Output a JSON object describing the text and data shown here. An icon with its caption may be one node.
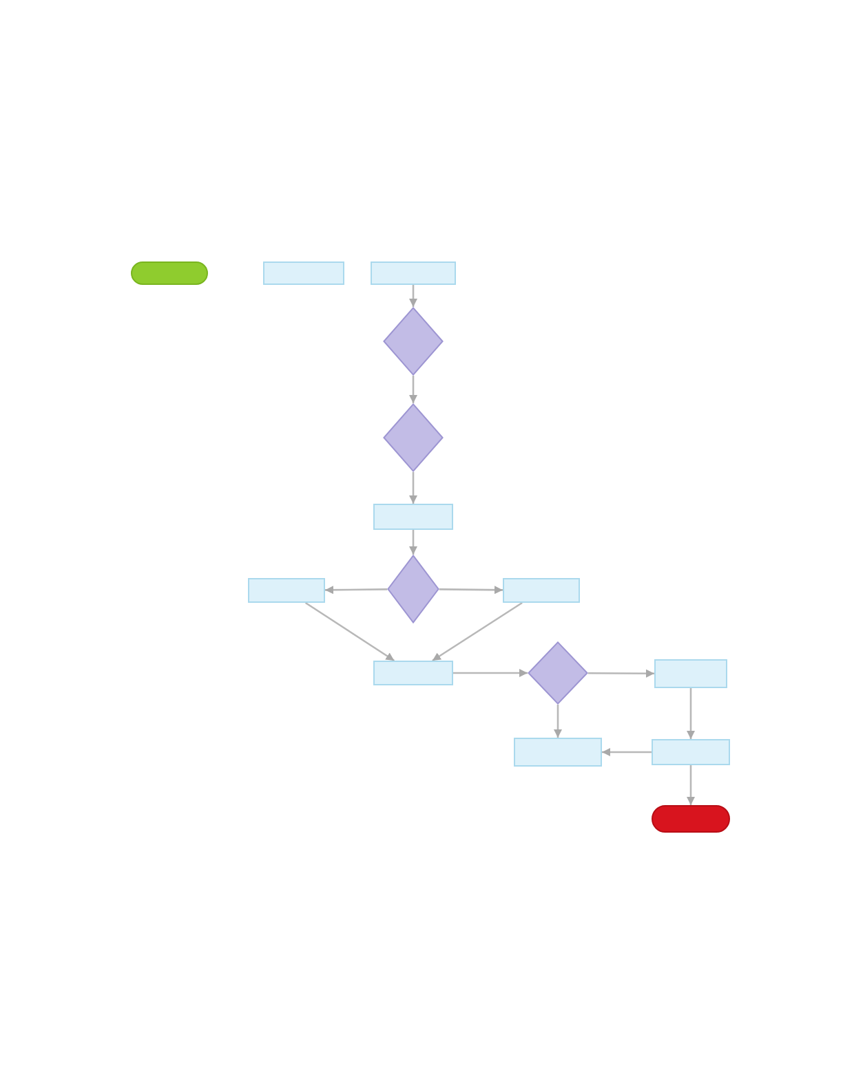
{
  "diagram": {
    "nodes": [
      {
        "text": [],
        "shape": "pill"
      },
      {
        "text": [],
        "shape": "box"
      },
      {
        "text": [],
        "shape": "box"
      },
      {
        "text": [],
        "shape": "diamond"
      },
      {
        "text": [],
        "shape": "diamond"
      },
      {
        "text": [],
        "shape": "box"
      },
      {
        "text": [],
        "shape": "box"
      },
      {
        "text": [],
        "shape": "diamond"
      },
      {
        "text": [],
        "shape": "box"
      },
      {
        "text": [],
        "shape": "box"
      },
      {
        "text": [],
        "shape": "diamond"
      },
      {
        "text": [],
        "shape": "box"
      },
      {
        "text": [],
        "shape": "box"
      },
      {
        "text": [],
        "shape": "box"
      },
      {
        "text": [],
        "shape": "pill"
      }
    ],
    "edges": [
      {
        "from": 2,
        "to": 3,
        "arrow": "to"
      },
      {
        "from": 3,
        "to": 4,
        "arrow": "to"
      },
      {
        "from": 4,
        "to": 5,
        "arrow": "to"
      },
      {
        "from": 5,
        "to": 7,
        "arrow": "to"
      },
      {
        "from": 7,
        "to": 6,
        "arrow": "to"
      },
      {
        "from": 7,
        "to": 8,
        "arrow": "to"
      },
      {
        "from": 6,
        "to": 9,
        "arrow": "to"
      },
      {
        "from": 8,
        "to": 9,
        "arrow": "to"
      },
      {
        "from": 9,
        "to": 10,
        "arrow": "to"
      },
      {
        "from": 10,
        "to": 11,
        "arrow": "to"
      },
      {
        "from": 10,
        "to": 12,
        "arrow": "to"
      },
      {
        "from": 11,
        "to": 13,
        "arrow": "to"
      },
      {
        "from": 13,
        "to": 12,
        "arrow": "to"
      },
      {
        "from": 13,
        "to": 14,
        "arrow": "to"
      }
    ]
  }
}
